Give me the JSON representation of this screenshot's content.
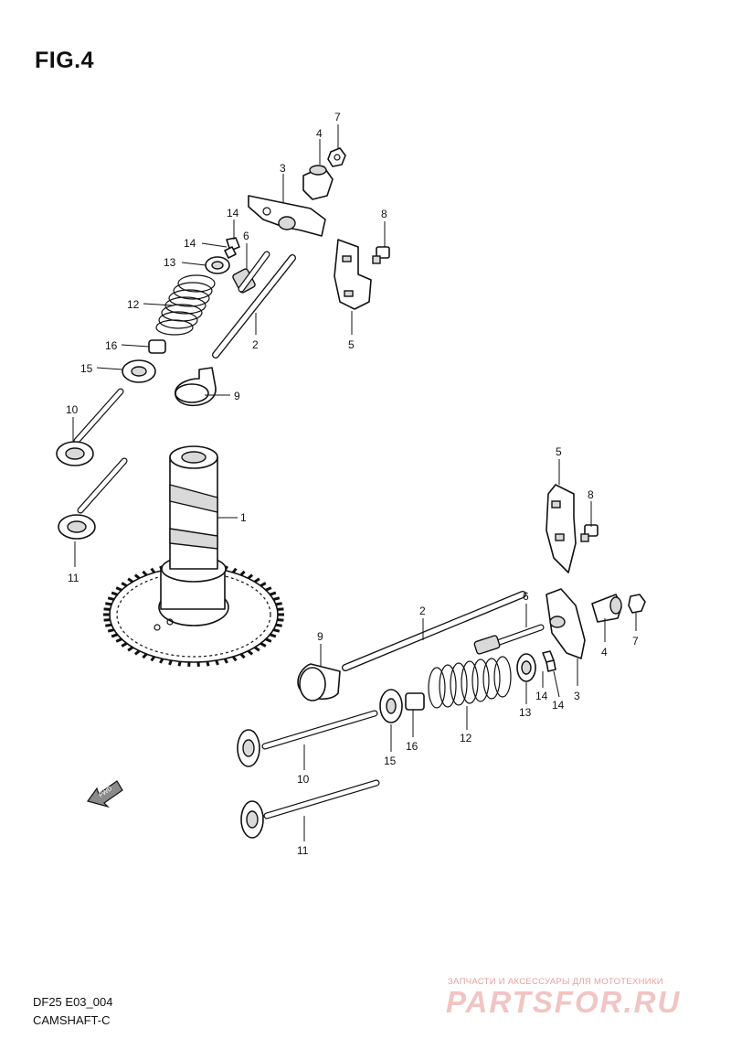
{
  "figure": {
    "title": "FIG.4"
  },
  "footer": {
    "model_code": "DF25  E03_004",
    "section": "CAMSHAFT-C"
  },
  "watermark": {
    "tagline": "ЗАПЧАСТИ И АКСЕССУАРЫ ДЛЯ МОТОТЕХНИКИ",
    "logo": "PARTSFOR.RU",
    "color": "#f2c4c4"
  },
  "arrow_label": "FWD",
  "callouts": {
    "top_set": [
      "7",
      "4",
      "3",
      "14",
      "8",
      "14",
      "6",
      "13",
      "12",
      "2",
      "5",
      "16",
      "15",
      "9",
      "10",
      "11"
    ],
    "camshaft": "1",
    "bottom_set": [
      "5",
      "8",
      "2",
      "6",
      "9",
      "4",
      "7",
      "3",
      "14",
      "14",
      "13",
      "12",
      "16",
      "15",
      "10",
      "11"
    ]
  }
}
